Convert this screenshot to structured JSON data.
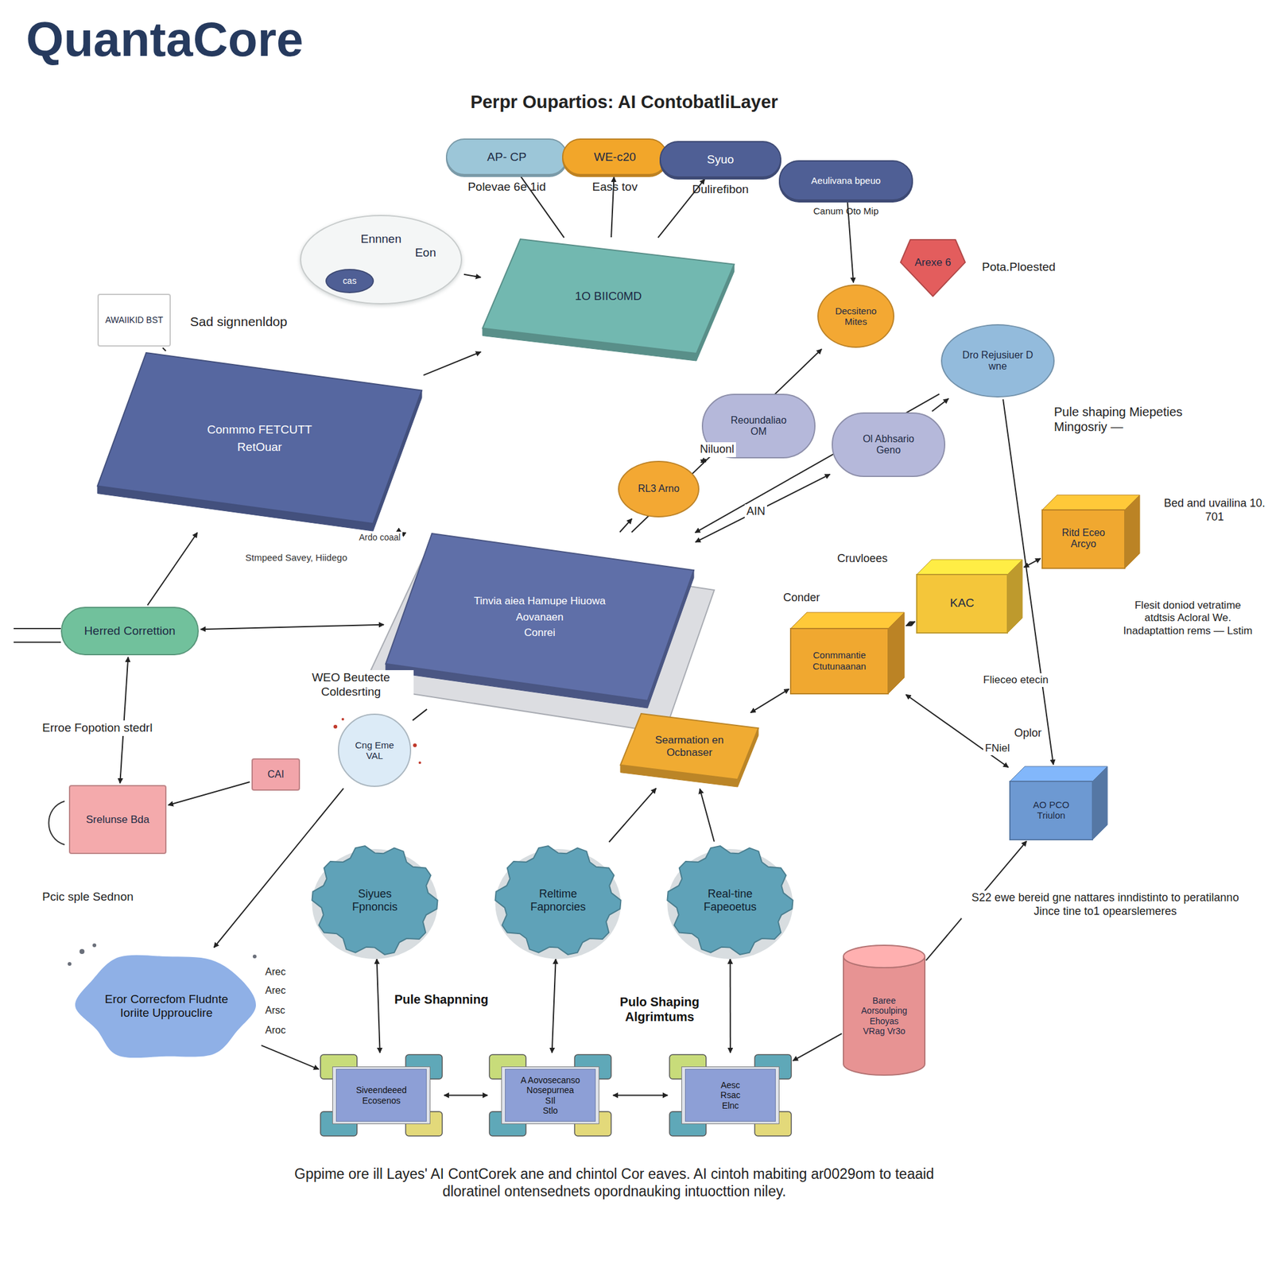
{
  "diagram": {
    "title": "Perpr Oupartios: AI ContobatliLayer",
    "caption": "Gppime ore ill Layes' AI ContCorek ane and chintol Cor eaves. AI cintoh mabiting ar0029om to teaaid dloratinel ontensednets opordnauking intuocttion niley.",
    "nodes": [
      {
        "text": [
          "AP- CP",
          "Polevae 6e 1id"
        ]
      },
      {
        "text": [
          "WE-c20",
          "Eass tov"
        ]
      },
      {
        "text": [
          "Syuo",
          "Dulirefibon"
        ]
      },
      {
        "text": [
          "Aeulivana bpeuo",
          "Canum Oto Mip"
        ]
      },
      {
        "text": [
          "Ennnen",
          "Eon"
        ]
      },
      {
        "text": [
          "cas"
        ],
        "in": 4
      },
      {
        "text": [
          "1O BIIC0MD"
        ]
      },
      {
        "text": [
          "Arexe 6"
        ]
      },
      {
        "text": [
          "Decsiteno Mites"
        ]
      },
      {
        "text": [
          "Dro Rejusiuer D wne"
        ]
      },
      {
        "text": [
          "AWAIIKID BST"
        ]
      },
      {
        "text": [
          "Conmmo FETCUTT",
          "RetOuar"
        ]
      },
      {
        "text": [
          "Reoundaliao",
          "OM"
        ]
      },
      {
        "text": [
          "Ol Abhsario",
          "Geno"
        ]
      },
      {
        "text": [
          "RL3 Arno"
        ]
      },
      {
        "text": [
          "Tinvia aiea Hamupe Hiuowa",
          "Aovanaen",
          "Conrei"
        ]
      },
      {
        "text": [
          "Herred Correttion"
        ]
      },
      {
        "text": [
          "Ritd Eceo",
          "Arcyo"
        ]
      },
      {
        "text": [
          "KAC"
        ]
      },
      {
        "text": [
          "Conmmantie Ctutunaanan"
        ]
      },
      {
        "text": [
          "Searmation en Ocbnaser"
        ]
      },
      {
        "text": [
          "CAI"
        ]
      },
      {
        "text": [
          "Cng Eme",
          "VAL"
        ]
      },
      {
        "text": [
          "Srelunse Bda"
        ]
      },
      {
        "text": [
          "AO PCO",
          "Triulon"
        ]
      },
      {
        "text": [
          "Siyues Fpnoncis"
        ]
      },
      {
        "text": [
          "Reltime Fapnorcies"
        ]
      },
      {
        "text": [
          "Real-tine Fapeoetus"
        ]
      },
      {
        "text": [
          "Baree Aorsoulping Ehoyas",
          "VRag Vr3o"
        ]
      },
      {
        "text": [
          "Eror Correcfom Fludnte Ioriite Upprouclire"
        ]
      },
      {
        "text": [
          "Siveendeeed Ecosenos"
        ]
      },
      {
        "text": [
          "A Aovosecanso Nosepurnea",
          "SIl",
          "Stlo"
        ]
      },
      {
        "text": [
          "Aesc",
          "Rsac",
          "Elnc"
        ]
      }
    ],
    "edges": [
      {
        "from": 4,
        "to": 6,
        "arrow": "to"
      },
      {
        "from": 6,
        "to": 1,
        "arrow": "to"
      },
      {
        "from": 6,
        "to": 2,
        "arrow": "to"
      },
      {
        "from": 0,
        "to": 6,
        "arrow": "none"
      },
      {
        "from": 3,
        "to": 8,
        "arrow": "to"
      },
      {
        "from": 11,
        "to": 6,
        "arrow": "to"
      },
      {
        "from": 11,
        "to": 15,
        "arrow": "both"
      },
      {
        "from": 16,
        "to": 15,
        "arrow": "both"
      },
      {
        "from": 16,
        "to": 11,
        "arrow": "to"
      },
      {
        "from": 15,
        "to": 8,
        "label": "Niluonl",
        "arrow": "to"
      },
      {
        "from": 14,
        "to": 12,
        "arrow": "both"
      },
      {
        "from": 15,
        "to": 13,
        "label": "AIN",
        "arrow": "both"
      },
      {
        "from": 13,
        "to": 9,
        "arrow": "to"
      },
      {
        "from": 9,
        "to": 15,
        "arrow": "to"
      },
      {
        "from": 15,
        "to": 14,
        "arrow": "to"
      },
      {
        "from": 19,
        "to": 18,
        "arrow": "both"
      },
      {
        "from": 18,
        "to": 17,
        "arrow": "both"
      },
      {
        "from": 20,
        "to": 19,
        "arrow": "both"
      },
      {
        "from": 24,
        "to": 19,
        "arrow": "both"
      },
      {
        "from": 26,
        "to": 20,
        "arrow": "to"
      },
      {
        "from": 27,
        "to": 20,
        "arrow": "to"
      },
      {
        "from": 25,
        "to": 30,
        "arrow": "both"
      },
      {
        "from": 26,
        "to": 31,
        "arrow": "both"
      },
      {
        "from": 27,
        "to": 32,
        "arrow": "both"
      },
      {
        "from": 30,
        "to": 31,
        "arrow": "both"
      },
      {
        "from": 31,
        "to": 32,
        "arrow": "both"
      },
      {
        "from": 28,
        "to": 32,
        "arrow": "to"
      },
      {
        "from": 28,
        "to": 24,
        "arrow": "to"
      },
      {
        "from": 29,
        "to": 30,
        "arrow": "to"
      },
      {
        "from": 16,
        "to": 23,
        "arrow": "both"
      },
      {
        "from": 21,
        "to": 23,
        "arrow": "to"
      },
      {
        "from": 15,
        "to": 22,
        "arrow": "none"
      },
      {
        "from": 22,
        "to": 29,
        "arrow": "to"
      },
      {
        "from": 10,
        "to": 11,
        "arrow": "none"
      },
      {
        "from": 9,
        "to": 24,
        "arrow": "to"
      }
    ],
    "labels": [
      "QuantaCore",
      "Pota.Ploested",
      "Pule shaping Miepeties Mingosriy —",
      "Sad signnenldop",
      "Stmpeed Savey, Hiidego",
      "Ardo coaal",
      "Bed and uvailina 10. 701",
      "Cruvloees",
      "Conder",
      "Flieceo etecin",
      "Flesit doniod vetratime atdtsis Acloral We. Inadaptattion rems — Lstim",
      "WEO Beutecte Coldesrting",
      "Erroe Fopotion stedrl",
      "Pcic sple Sednon",
      "Oplor",
      "FNiel",
      "S22 ewe bereid gne nattares inndistinto to peratilanno Jince tine to1 opearslemeres",
      "Pule Shapnning",
      "Pulo Shaping Algrimtums",
      "Arec",
      "Arec",
      "Arsc",
      "Aroc"
    ]
  }
}
